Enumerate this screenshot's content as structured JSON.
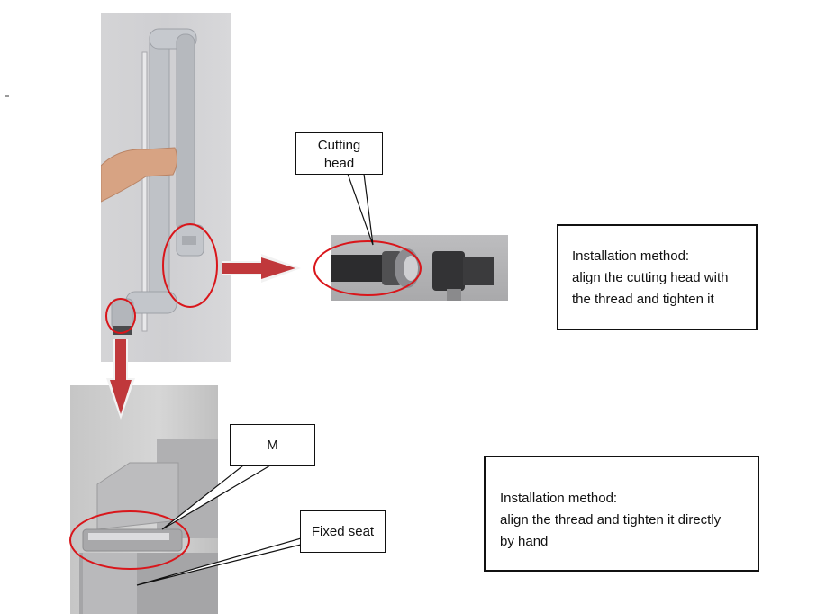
{
  "labels": {
    "cutting_head": [
      "Cutting",
      "head"
    ],
    "m": "M",
    "fixed_seat": "Fixed seat"
  },
  "info_boxes": [
    {
      "title": "Installation method:",
      "lines": [
        "align the cutting head with",
        "the thread and tighten it"
      ]
    },
    {
      "title": "Installation method:",
      "lines": [
        "align the thread and tighten it directly",
        "by hand"
      ]
    }
  ],
  "colors": {
    "highlight_ellipse": "#d9161b",
    "arrow": "#c0383b",
    "photo_bg": "#c9c9cc",
    "pipe": "#b9bcc1"
  }
}
